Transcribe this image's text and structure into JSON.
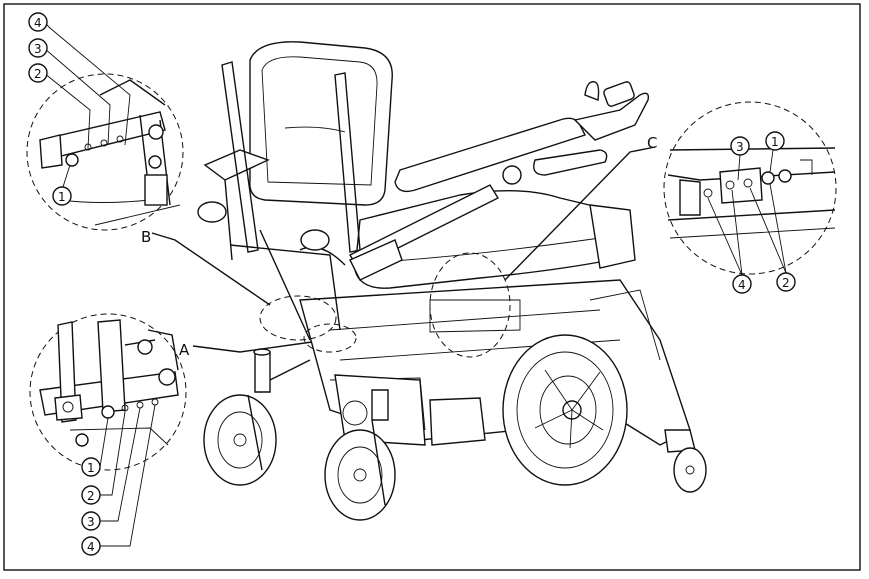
{
  "callouts": {
    "A": "A",
    "B": "B",
    "C": "C"
  },
  "detail_top_left": {
    "n1": "1",
    "n2": "2",
    "n3": "3",
    "n4": "4"
  },
  "detail_right": {
    "n1": "1",
    "n2": "2",
    "n3": "3",
    "n4": "4"
  },
  "detail_bottom_left": {
    "n1": "1",
    "n2": "2",
    "n3": "3",
    "n4": "4"
  }
}
